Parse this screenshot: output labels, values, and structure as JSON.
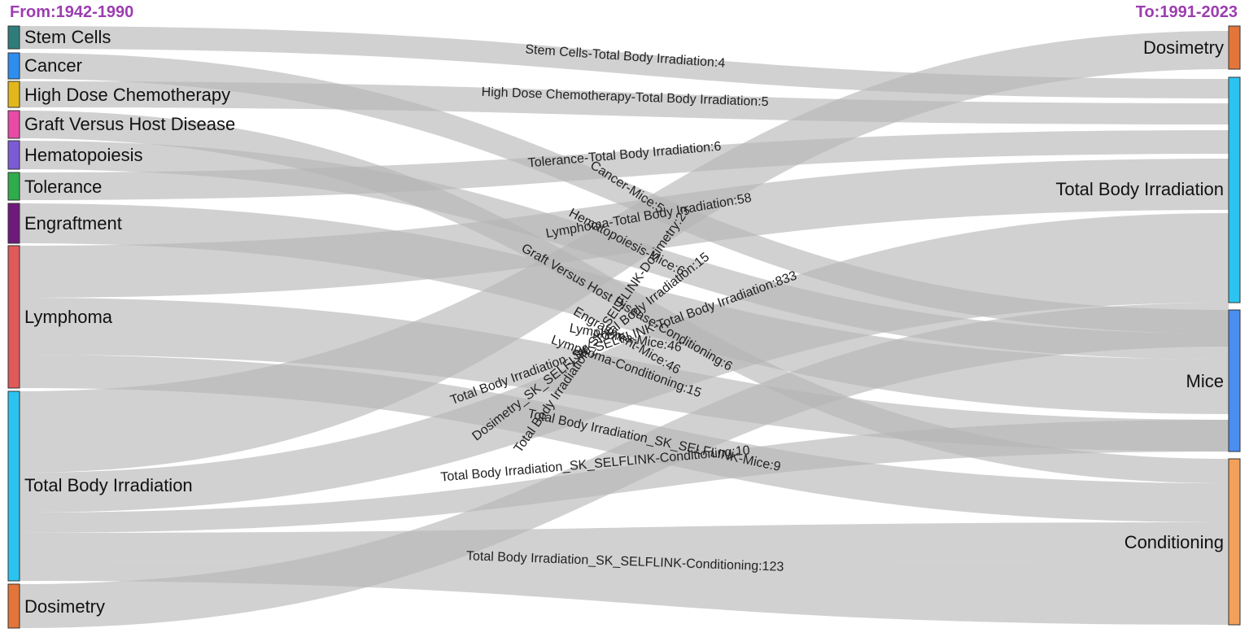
{
  "headers": {
    "from": "From:1942-1990",
    "to": "To:1991-2023"
  },
  "link_color": "#b4b4b4",
  "diagram": {
    "type": "sankey",
    "source_nodes": [
      {
        "id": "s_stem",
        "label": "Stem Cells",
        "color": "#2e7d7b"
      },
      {
        "id": "s_cancer",
        "label": "Cancer",
        "color": "#2e8ef0"
      },
      {
        "id": "s_hdc",
        "label": "High Dose Chemotherapy",
        "color": "#e2b71c"
      },
      {
        "id": "s_gvhd",
        "label": "Graft Versus Host Disease",
        "color": "#e84aa6"
      },
      {
        "id": "s_hema",
        "label": "Hematopoiesis",
        "color": "#7b5bd6"
      },
      {
        "id": "s_tol",
        "label": "Tolerance",
        "color": "#2fad4a"
      },
      {
        "id": "s_engr",
        "label": "Engraftment",
        "color": "#6e1a7a"
      },
      {
        "id": "s_lymph",
        "label": "Lymphoma",
        "color": "#e05a5a"
      },
      {
        "id": "s_tbi",
        "label": "Total Body Irradiation",
        "color": "#2bc4f0"
      },
      {
        "id": "s_dos",
        "label": "Dosimetry",
        "color": "#e3753a"
      }
    ],
    "target_nodes": [
      {
        "id": "t_dos",
        "label": "Dosimetry",
        "color": "#e3753a"
      },
      {
        "id": "t_tbi",
        "label": "Total Body Irradiation",
        "color": "#2bc4f0"
      },
      {
        "id": "t_mice",
        "label": "Mice",
        "color": "#4a8ef0"
      },
      {
        "id": "t_cond",
        "label": "Conditioning",
        "color": "#f2a05a"
      }
    ],
    "links": [
      {
        "source": "s_stem",
        "target": "t_tbi",
        "label": "Stem Cells-Total Body Irradiation:4"
      },
      {
        "source": "s_cancer",
        "target": "t_mice",
        "label": "Cancer-Mice:5"
      },
      {
        "source": "s_hdc",
        "target": "t_tbi",
        "label": "High Dose Chemotherapy-Total Body Irradiation:5"
      },
      {
        "source": "s_gvhd",
        "target": "t_cond",
        "label": "Graft Versus Host Disease-Conditioning:6"
      },
      {
        "source": "s_hema",
        "target": "t_mice",
        "label": "Hematopoiesis-Mice:6"
      },
      {
        "source": "s_tol",
        "target": "t_tbi",
        "label": "Tolerance-Total Body Irradiation:6"
      },
      {
        "source": "s_engr",
        "target": "t_mice",
        "label": "Engraftment-Mice:46"
      },
      {
        "source": "s_lymph",
        "target": "t_tbi",
        "label": "Lymphoma-Total Body Irradiation:58"
      },
      {
        "source": "s_lymph",
        "target": "t_mice",
        "label": "Lymphoma-Mice:46"
      },
      {
        "source": "s_lymph",
        "target": "t_cond",
        "label": "Lymphoma-Conditioning:15"
      },
      {
        "source": "s_tbi",
        "target": "t_dos",
        "label": "Total Body Irradiation_SK_SELFLINK-Dosimetry:23"
      },
      {
        "source": "s_tbi",
        "target": "t_tbi",
        "label": "Total Body Irradiation_SK_SELFLINK-Total Body Irradiation:833"
      },
      {
        "source": "s_tbi",
        "target": "t_mice",
        "label": "Total Body Irradiation_SK_SELFLINK-Mice:9"
      },
      {
        "source": "s_tbi",
        "target": "t_cond",
        "label": "Total Body Irradiation_SK_SELFLINK-Conditioning:10"
      },
      {
        "source": "s_tbi",
        "target": "t_cond",
        "label": "Total Body Irradiation_SK_SELFLINK-Conditioning:123"
      },
      {
        "source": "s_dos",
        "target": "t_tbi",
        "label": "Dosimetry_SK_SELFLINK-Total Body Irradiation:15"
      }
    ]
  }
}
